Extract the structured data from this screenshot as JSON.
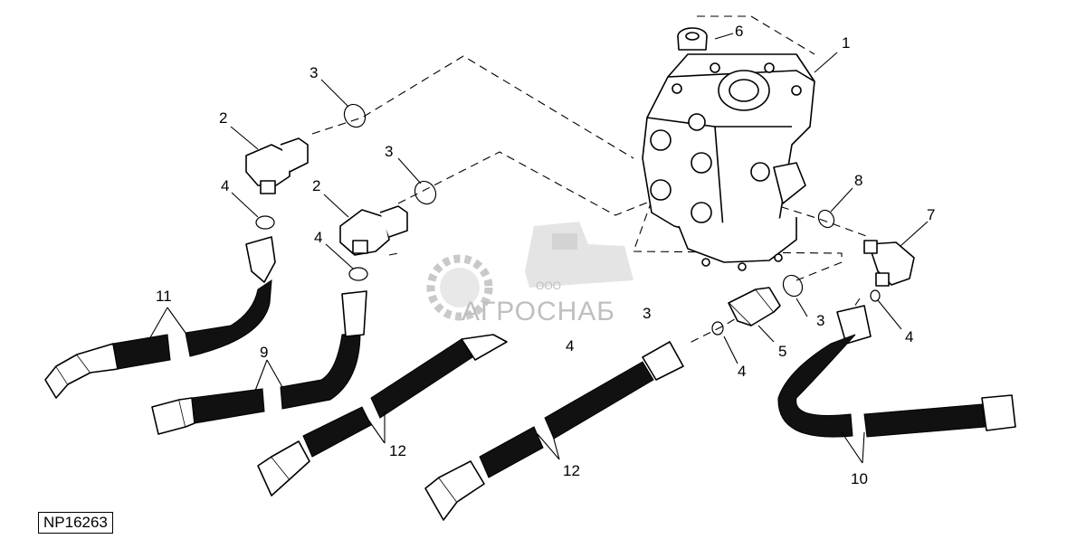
{
  "figure": {
    "id": "NP16263"
  },
  "watermark": {
    "brand": "АГРОСНАБ",
    "prefix": "ООО"
  },
  "callouts": {
    "steering_valve": "1",
    "elbow_fitting_a": "2",
    "elbow_fitting_b": "2",
    "o_ring_a": "3",
    "o_ring_b": "3",
    "o_ring_c": "3",
    "o_ring_d": "3",
    "o_ring_small_a": "4",
    "o_ring_small_b": "4",
    "o_ring_small_c": "4",
    "o_ring_small_d": "4",
    "o_ring_small_e": "4",
    "straight_fitting": "5",
    "plug": "6",
    "elbow_fitting_right": "7",
    "o_ring_e": "8",
    "hose_9": "9",
    "hose_10": "10",
    "hose_11": "11",
    "hose_12_a": "12",
    "hose_12_b": "12"
  }
}
